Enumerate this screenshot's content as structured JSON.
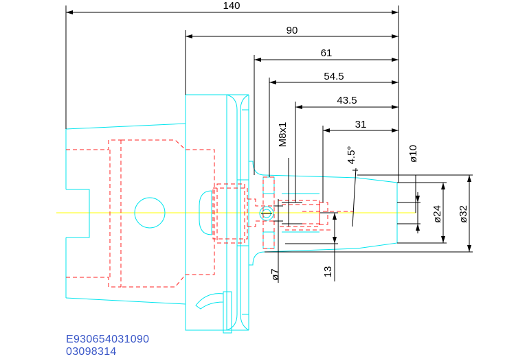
{
  "dimensions": {
    "overall_length": "140",
    "length_90": "90",
    "length_61": "61",
    "length_54_5": "54.5",
    "length_43_5": "43.5",
    "length_31": "31",
    "thread": "M8x1",
    "taper_angle": "4.5°",
    "dia_10": "ø10",
    "dia_24": "ø24",
    "dia_32": "ø32",
    "dia_7": "ø7",
    "length_13": "13"
  },
  "labels": {
    "part_code": "E930654031090",
    "order_code": "03098314"
  },
  "colors": {
    "outline": "#00e5ee",
    "hidden": "#ff2020",
    "centerline": "#ffff00",
    "dimension": "#000000",
    "code": "#3a57c8"
  }
}
